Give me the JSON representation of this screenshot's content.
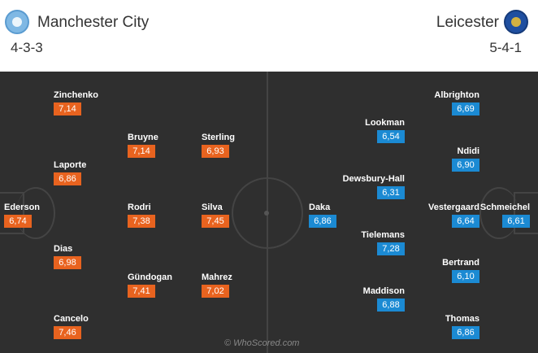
{
  "home": {
    "name": "Manchester City",
    "formation": "4-3-3",
    "crest_icon": "manchester-city-crest-icon",
    "color": "#e8631f",
    "players": [
      {
        "name": "Zinchenko",
        "rating": "7,14"
      },
      {
        "name": "Bruyne",
        "rating": "7,14"
      },
      {
        "name": "Sterling",
        "rating": "6,93"
      },
      {
        "name": "Laporte",
        "rating": "6,86"
      },
      {
        "name": "Ederson",
        "rating": "6,74"
      },
      {
        "name": "Rodri",
        "rating": "7,38"
      },
      {
        "name": "Silva",
        "rating": "7,45"
      },
      {
        "name": "Dias",
        "rating": "6,98"
      },
      {
        "name": "Gündogan",
        "rating": "7,41"
      },
      {
        "name": "Mahrez",
        "rating": "7,02"
      },
      {
        "name": "Cancelo",
        "rating": "7,46"
      }
    ]
  },
  "away": {
    "name": "Leicester",
    "formation": "5-4-1",
    "crest_icon": "leicester-crest-icon",
    "color": "#1b8ad3",
    "players": [
      {
        "name": "Albrighton",
        "rating": "6,69"
      },
      {
        "name": "Lookman",
        "rating": "6,54"
      },
      {
        "name": "Ndidi",
        "rating": "6,90"
      },
      {
        "name": "Dewsbury-Hall",
        "rating": "6,31"
      },
      {
        "name": "Daka",
        "rating": "6,86"
      },
      {
        "name": "Vestergaard",
        "rating": "6,64"
      },
      {
        "name": "Schmeichel",
        "rating": "6,61"
      },
      {
        "name": "Tielemans",
        "rating": "7,28"
      },
      {
        "name": "Bertrand",
        "rating": "6,10"
      },
      {
        "name": "Maddison",
        "rating": "6,88"
      },
      {
        "name": "Thomas",
        "rating": "6,86"
      }
    ]
  },
  "watermark": "© WhoScored.com"
}
